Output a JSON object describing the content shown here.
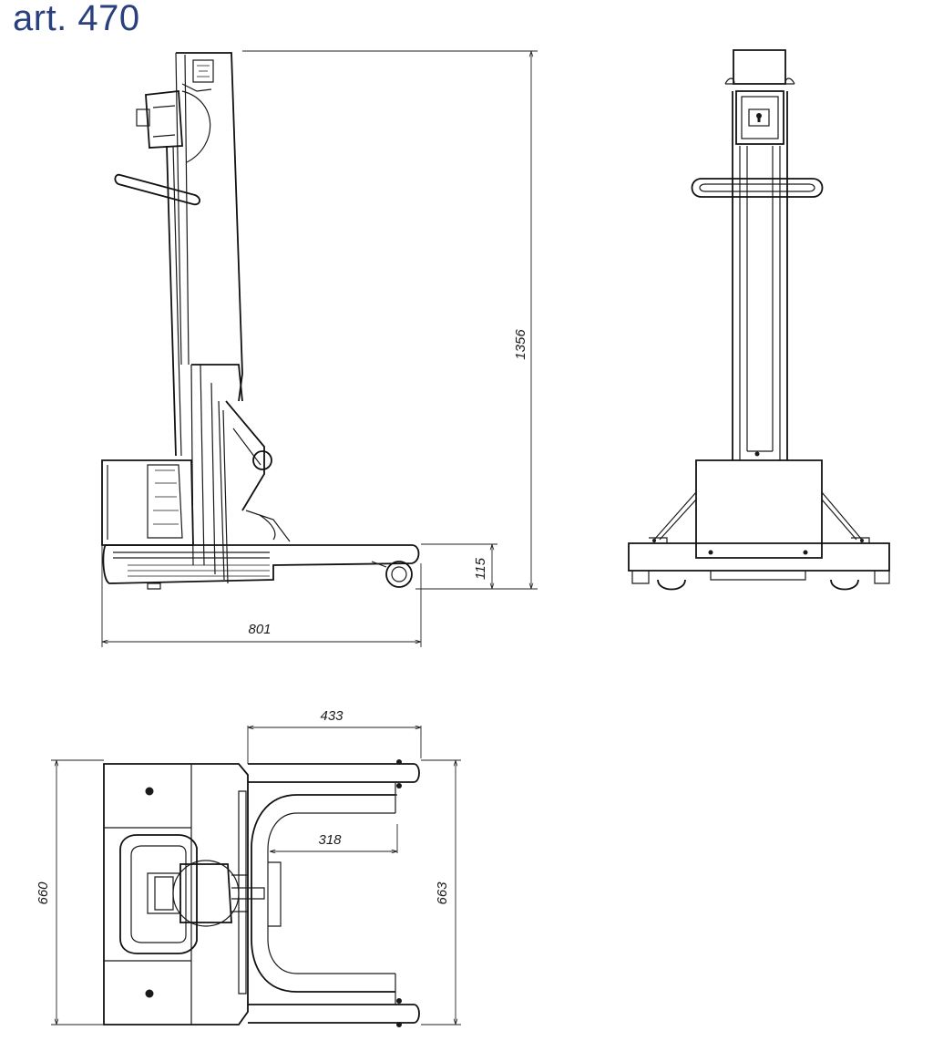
{
  "title": "art. 470",
  "dimensions": {
    "total_height": "1356",
    "base_height": "115",
    "side_length": "801",
    "top_outer_width": "433",
    "top_inner_width": "318",
    "top_left_depth": "660",
    "top_right_depth": "663"
  }
}
